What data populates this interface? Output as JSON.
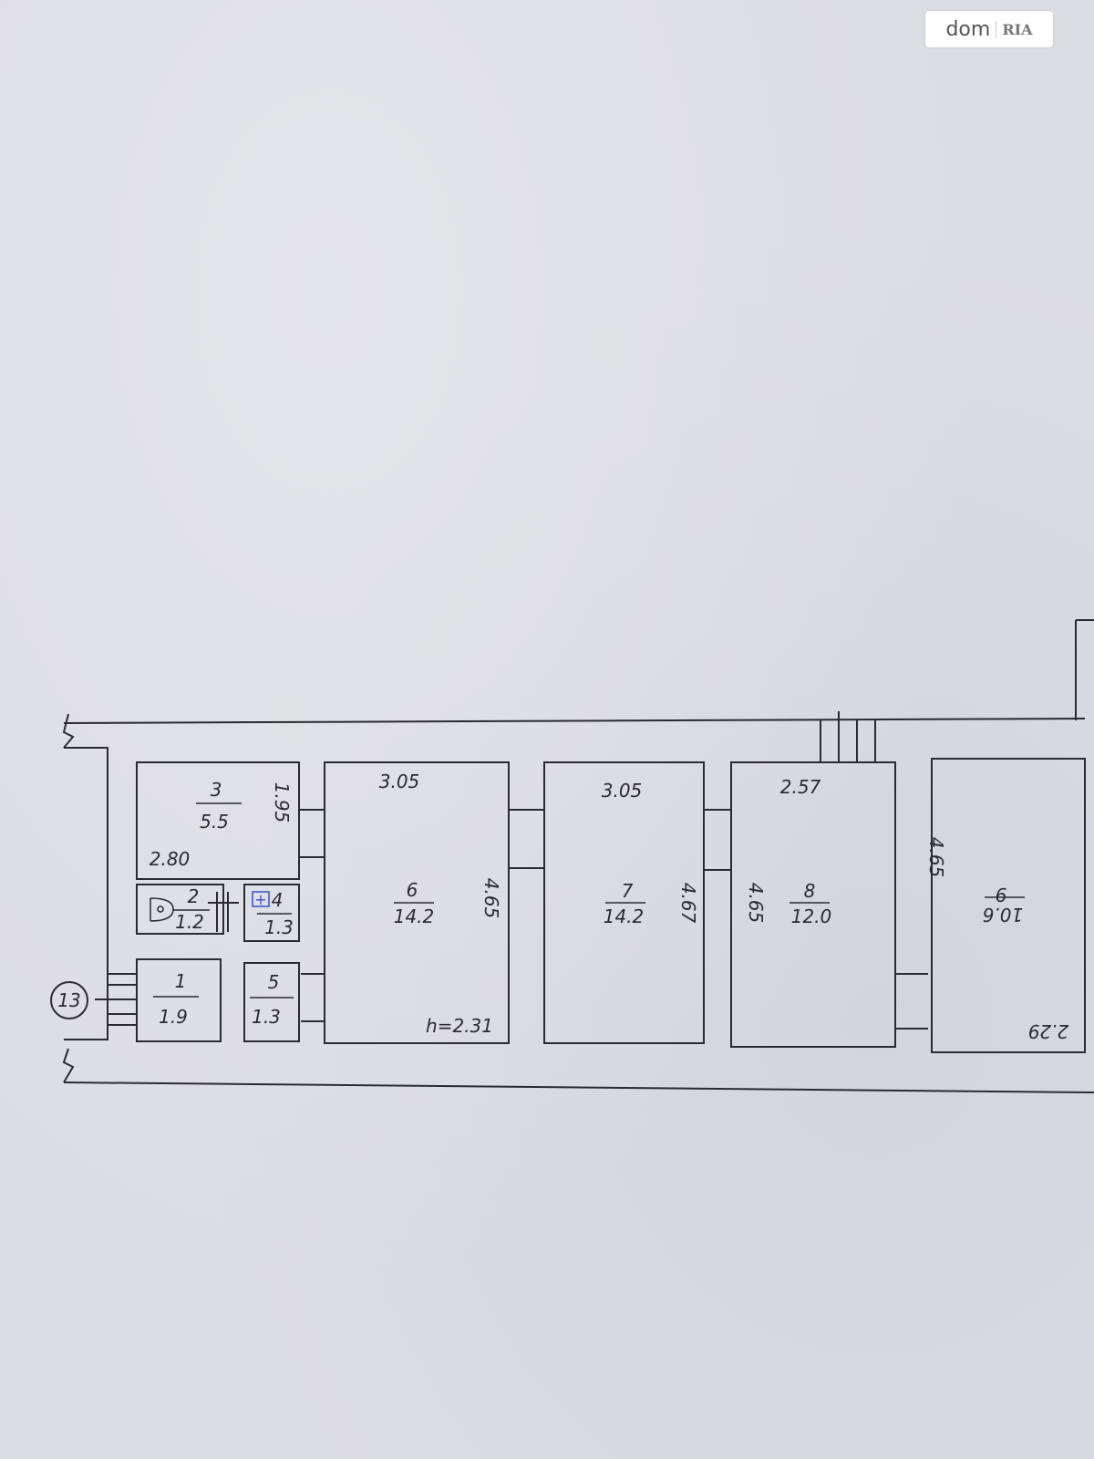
{
  "logo": {
    "brand": "dom",
    "suffix": "RIA"
  },
  "rooms": [
    {
      "num": "1",
      "area": "1.9"
    },
    {
      "num": "2",
      "area": "1.2"
    },
    {
      "num": "3",
      "area": "5.5"
    },
    {
      "num": "4",
      "area": "1.3"
    },
    {
      "num": "5",
      "area": "1.3"
    },
    {
      "num": "6",
      "area": "14.2"
    },
    {
      "num": "7",
      "area": "14.2"
    },
    {
      "num": "8",
      "area": "12.0"
    },
    {
      "num": "9",
      "area": "10.6"
    }
  ],
  "dims": {
    "r3_width": "2.80",
    "r3_height": "1.95",
    "r6_width": "3.05",
    "r6_height": "4.65",
    "r6_ceiling": "h=2.31",
    "r7_width": "3.05",
    "r7_height": "4.67",
    "r8_width": "2.57",
    "r8_height": "4.65",
    "r9_width": "2.29",
    "r9_height": "4.65"
  },
  "marker": "13"
}
